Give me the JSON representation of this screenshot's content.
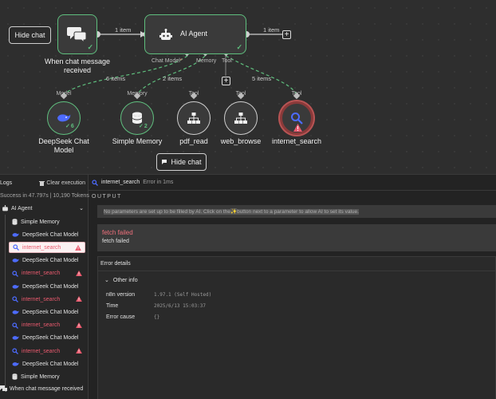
{
  "canvas": {
    "hide_chat_label": "Hide chat",
    "trigger_node": {
      "label": "When chat message received"
    },
    "agent_node": {
      "label": "AI Agent"
    },
    "edges": {
      "trigger_to_agent": "1 item",
      "agent_out": "1 item",
      "model_items": "6 items",
      "memory_items": "2 items",
      "tool_items": "5 items"
    },
    "ports": {
      "chat_model": "Chat Model",
      "required_mark": "*",
      "memory": "Memory",
      "tool": "Tool"
    },
    "sub_nodes": [
      {
        "type": "Model",
        "label": "DeepSeek Chat Model",
        "count": "6",
        "state": "ok"
      },
      {
        "type": "Memory",
        "label": "Simple Memory",
        "count": "2",
        "state": "ok"
      },
      {
        "type": "Tool",
        "label": "pdf_read",
        "state": "idle"
      },
      {
        "type": "Tool",
        "label": "web_browse",
        "state": "idle"
      },
      {
        "type": "Tool",
        "label": "internet_search",
        "state": "error"
      }
    ],
    "colors": {
      "success": "#5fbf7e",
      "error": "#ea5a6e",
      "canvas": "#2e2e2e"
    }
  },
  "logs": {
    "title": "Logs",
    "clear_label": "Clear execution",
    "summary": "Success in 47.797s | 10,190 Tokens",
    "root_label": "AI Agent",
    "items": [
      {
        "label": "Simple Memory",
        "icon": "database-icon",
        "state": "ok"
      },
      {
        "label": "DeepSeek Chat Model",
        "icon": "whale-icon",
        "state": "ok"
      },
      {
        "label": "internet_search",
        "icon": "search-icon",
        "state": "error",
        "selected": true
      },
      {
        "label": "DeepSeek Chat Model",
        "icon": "whale-icon",
        "state": "ok"
      },
      {
        "label": "internet_search",
        "icon": "search-icon",
        "state": "error"
      },
      {
        "label": "DeepSeek Chat Model",
        "icon": "whale-icon",
        "state": "ok"
      },
      {
        "label": "internet_search",
        "icon": "search-icon",
        "state": "error"
      },
      {
        "label": "DeepSeek Chat Model",
        "icon": "whale-icon",
        "state": "ok"
      },
      {
        "label": "internet_search",
        "icon": "search-icon",
        "state": "error"
      },
      {
        "label": "DeepSeek Chat Model",
        "icon": "whale-icon",
        "state": "ok"
      },
      {
        "label": "internet_search",
        "icon": "search-icon",
        "state": "error"
      },
      {
        "label": "DeepSeek Chat Model",
        "icon": "whale-icon",
        "state": "ok"
      },
      {
        "label": "Simple Memory",
        "icon": "database-icon",
        "state": "ok"
      }
    ],
    "footer_label": "When chat message received"
  },
  "detail": {
    "node_name": "internet_search",
    "status": "Error in 1ms",
    "output_label": "OUTPUT",
    "info_text_before": "No parameters are set up to be filled by AI. Click on the ",
    "info_text_after": " button next to a parameter to allow AI to set its value.",
    "error_title": "fetch failed",
    "error_message": "fetch failed",
    "error_details_label": "Error details",
    "other_info_label": "Other info",
    "info_rows": [
      {
        "key": "n8n version",
        "value": "1.97.1 (Self Hosted)"
      },
      {
        "key": "Time",
        "value": "2025/6/13 15:03:37"
      },
      {
        "key": "Error cause",
        "value": "{}"
      }
    ]
  }
}
